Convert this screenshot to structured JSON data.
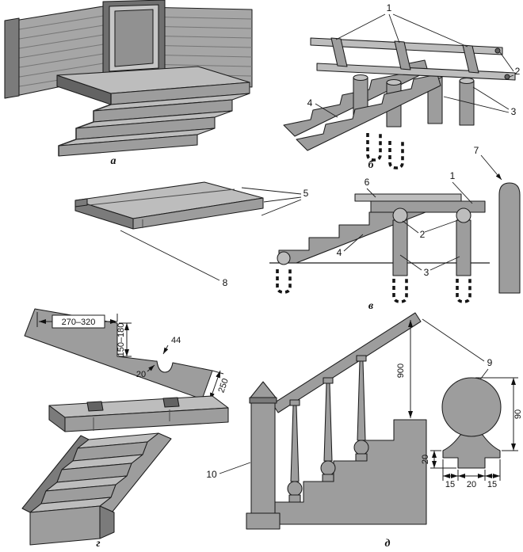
{
  "panel_labels": {
    "a": "а",
    "b": "б",
    "v": "в",
    "g": "г",
    "d": "д"
  },
  "callouts": {
    "frame": {
      "n1": "1",
      "n2": "2",
      "n3": "3",
      "n4": "4"
    },
    "elevation": {
      "n1": "1",
      "n2": "2",
      "n3": "3",
      "n4": "4",
      "n5": "5",
      "n6": "6",
      "n7": "7",
      "n8": "8"
    },
    "balustrade": {
      "n9": "9",
      "n10": "10"
    }
  },
  "dimensions": {
    "tread_range": "270–320",
    "riser_range": "150–180",
    "nosing": "44",
    "groove_depth": "20",
    "board_width": "250",
    "railing_height": "900",
    "knob_height": "90",
    "knob_base_height": "20",
    "base_left": "15",
    "base_mid": "20",
    "base_right": "15"
  },
  "colors": {
    "fill": "#9d9d9d",
    "fill_light": "#bdbdbd",
    "fill_dark": "#7b7b7b",
    "stroke": "#1c1c1c",
    "background": "#ffffff"
  }
}
